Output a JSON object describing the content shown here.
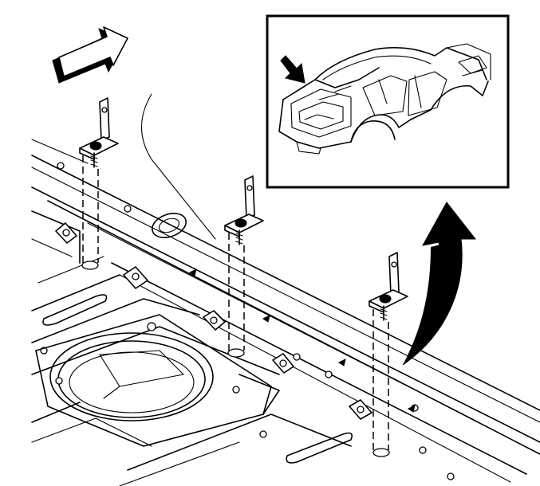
{
  "figure": {
    "inset": {
      "subject": "vehicle-body-shell"
    },
    "icons": [
      "forward-direction-arrow-icon",
      "inset-pointer-arrow-icon",
      "callout-arrow-icon"
    ],
    "brackets": [
      "left-bracket",
      "center-bracket",
      "right-bracket"
    ],
    "colors": {
      "line": "#000000",
      "background": "#ffffff"
    }
  }
}
